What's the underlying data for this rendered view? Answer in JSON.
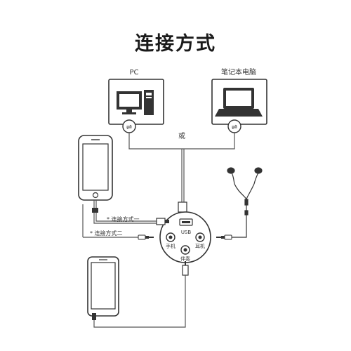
{
  "title": "连接方式",
  "labels": {
    "pc": "PC",
    "laptop": "笔记本电脑",
    "or": "或",
    "method_one": "* 连接方式一",
    "method_two": "* 连接方式二",
    "port_usb": "USB",
    "port_phone": "手机",
    "port_earphone": "耳机",
    "port_accompaniment": "伴奏"
  },
  "colors": {
    "line": "#555555",
    "outline": "#333333",
    "device_fill": "#ffffff"
  },
  "icons": [
    "desktop-pc-icon",
    "laptop-icon",
    "usb-icon",
    "smartphone-icon",
    "earphones-icon",
    "audio-plug-icon",
    "usb-plug-icon"
  ]
}
